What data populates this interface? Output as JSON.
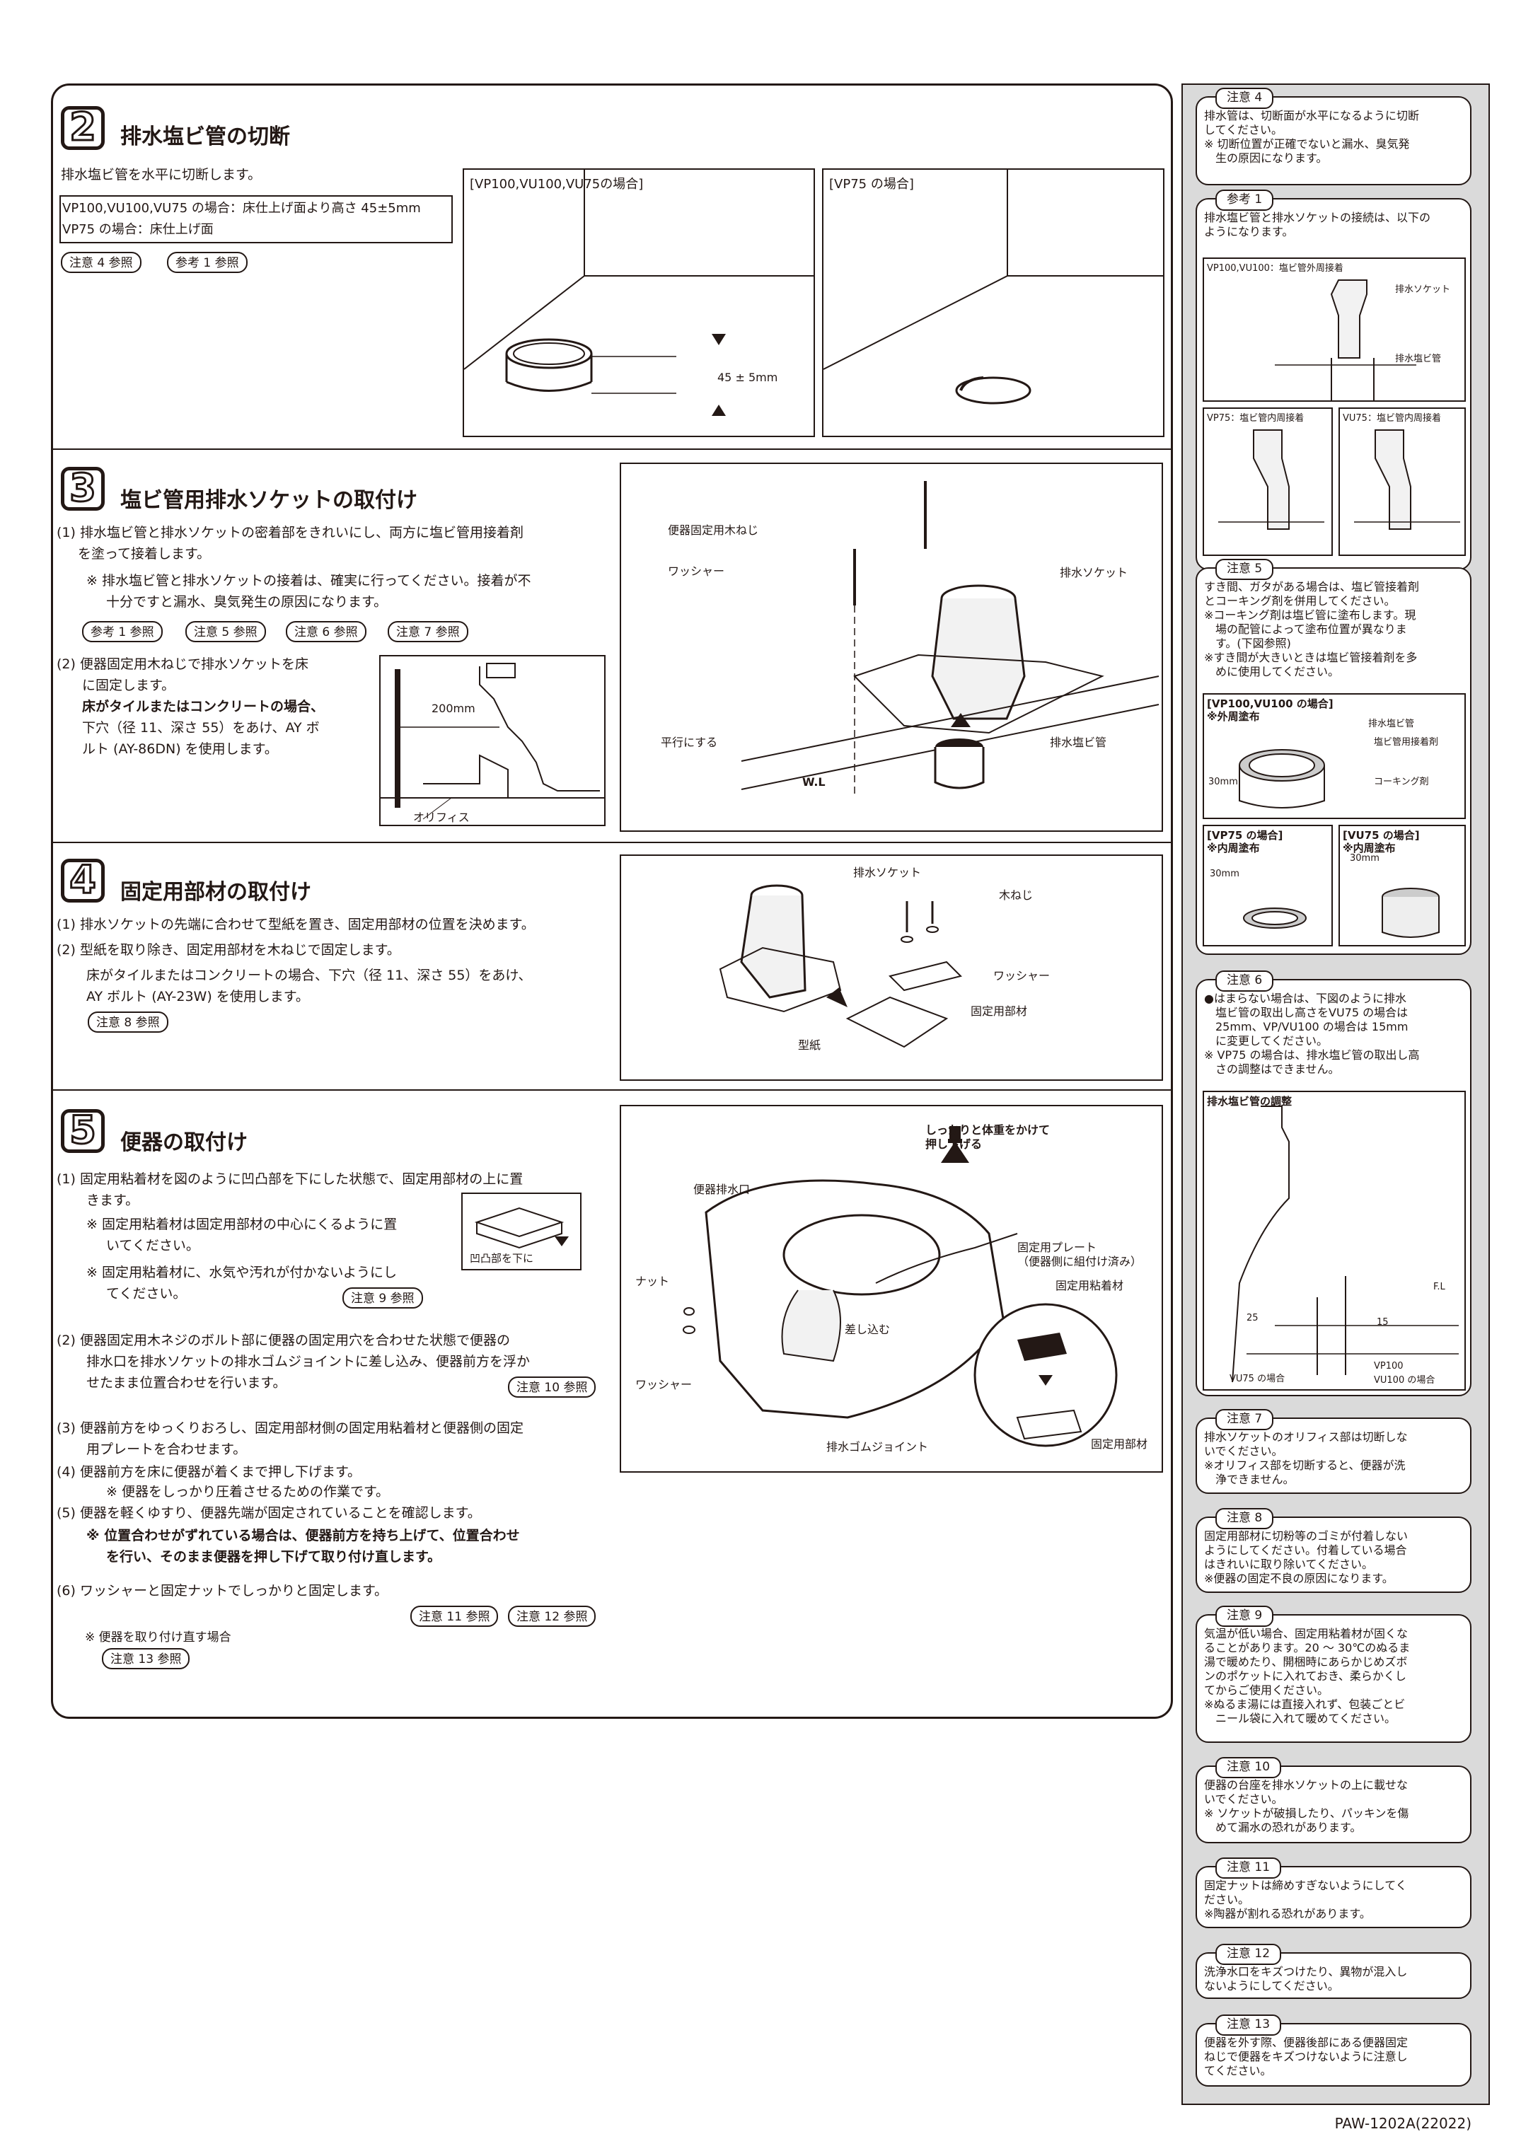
{
  "sec2": {
    "num": "2",
    "title": "排水塩ビ管の切断",
    "intro": "排水塩ビ管を水平に切断します。",
    "spec1": "VP100,VU100,VU75 の場合：床仕上げ面より高さ 45±5mm",
    "spec2": "VP75 の場合：床仕上げ面",
    "ref1": "注意 4 参照",
    "ref2": "参考 1 参照",
    "fig1_title": "[VP100,VU100,VU75の場合]",
    "fig1_dim": "45 ± 5mm",
    "fig2_title": "[VP75 の場合]"
  },
  "sec3": {
    "num": "3",
    "title": "塩ビ管用排水ソケットの取付け",
    "p1a": "(1) 排水塩ビ管と排水ソケットの密着部をきれいにし、両方に塩ビ管用接着剤",
    "p1b": "を塗って接着します。",
    "p1c": "※ 排水塩ビ管と排水ソケットの接着は、確実に行ってください。接着が不",
    "p1d": "十分ですと漏水、臭気発生の原因になります。",
    "refs": [
      "参考 1 参照",
      "注意 5 参照",
      "注意 6 参照",
      "注意 7 参照"
    ],
    "p2a": "(2) 便器固定用木ねじで排水ソケットを床",
    "p2b": "に固定します。",
    "p2c": "床がタイルまたはコンクリートの場合、",
    "p2d": "下穴（径 11、深さ 55）をあけ、AY ボ",
    "p2e": "ルト (AY-86DN) を使用します。",
    "small_dim": "200mm",
    "small_lbl": "オリフィス",
    "fig_labels": [
      "便器固定用木ねじ",
      "ワッシャー",
      "排水ソケット",
      "平行にする",
      "排水塩ビ管",
      "W.L"
    ]
  },
  "sec4": {
    "num": "4",
    "title": "固定用部材の取付け",
    "p1": "(1) 排水ソケットの先端に合わせて型紙を置き、固定用部材の位置を決めます。",
    "p2": "(2) 型紙を取り除き、固定用部材を木ねじで固定します。",
    "p3": "床がタイルまたはコンクリートの場合、下穴（径 11、深さ 55）をあけ、",
    "p4": "AY ボルト (AY-23W) を使用します。",
    "ref": "注意 8 参照",
    "fig_labels": [
      "排水ソケット",
      "木ねじ",
      "ワッシャー",
      "固定用部材",
      "型紙"
    ]
  },
  "sec5": {
    "num": "5",
    "title": "便器の取付け",
    "p1a": "(1) 固定用粘着材を図のように凹凸部を下にした状態で、固定用部材の上に置",
    "p1b": "きます。",
    "p1c": "※ 固定用粘着材は固定用部材の中心にくるように置",
    "p1d": "いてください。",
    "p1e": "※ 固定用粘着材に、水気や汚れが付かないようにし",
    "p1f": "てください。",
    "small_lbl": "凹凸部を下に",
    "ref9": "注意 9 参照",
    "p2a": "(2) 便器固定用木ネジのボルト部に便器の固定用穴を合わせた状態で便器の",
    "p2b": "排水口を排水ソケットの排水ゴムジョイントに差し込み、便器前方を浮か",
    "p2c": "せたまま位置合わせを行います。",
    "ref10": "注意 10 参照",
    "p3a": "(3) 便器前方をゆっくりおろし、固定用部材側の固定用粘着材と便器側の固定",
    "p3b": "用プレートを合わせます。",
    "p4a": "(4) 便器前方を床に便器が着くまで押し下げます。",
    "p4b": "※ 便器をしっかり圧着させるための作業です。",
    "p5a": "(5) 便器を軽くゆすり、便器先端が固定されていることを確認します。",
    "p5b": "※ 位置合わせがずれている場合は、便器前方を持ち上げて、位置合わせ",
    "p5c": "を行い、そのまま便器を押し下げて取り付け直します。",
    "p6": "(6) ワッシャーと固定ナットでしっかりと固定します。",
    "ref11": "注意 11 参照",
    "ref12": "注意 12 参照",
    "redo": "※ 便器を取り付け直す場合",
    "ref13": "注意 13 参照",
    "fig_labels": [
      "しっかりと体重をかけて",
      "押し下げる",
      "便器排水口",
      "固定用プレート",
      "（便器側に組付け済み）",
      "固定用粘着材",
      "ナット",
      "差し込む",
      "ワッシャー",
      "排水ゴムジョイント",
      "固定用部材"
    ]
  },
  "notes": {
    "n4": {
      "tag": "注意 4",
      "body": "排水管は、切断面が水平になるように切断\nしてください。\n※ 切断位置が正確でないと漏水、臭気発\n　生の原因になります。"
    },
    "r1": {
      "tag": "参考 1",
      "body": "排水塩ビ管と排水ソケットの接続は、以下の\nようになります。",
      "fig_a": "VP100,VU100：塩ビ管外周接着",
      "fig_a_lbl1": "排水ソケット",
      "fig_a_lbl2": "排水塩ビ管",
      "fig_b": "VP75：塩ビ管内周接着",
      "fig_c": "VU75：塩ビ管内周接着"
    },
    "n5": {
      "tag": "注意 5",
      "body": "すき間、ガタがある場合は、塩ビ管接着剤\nとコーキング剤を併用してください。\n※コーキング剤は塩ビ管に塗布します。現\n　場の配管によって塗布位置が異なりま\n　す。(下図参照)\n※すき間が大きいときは塩ビ管接着剤を多\n　めに使用してください。",
      "fig_a": "[VP100,VU100 の場合]",
      "fig_a_sub": "※外周塗布",
      "fig_a_l1": "排水塩ビ管",
      "fig_a_l2": "塩ビ管用接着剤",
      "fig_a_l3": "コーキング剤",
      "fig_a_dim": "30mm",
      "fig_b": "[VP75 の場合]",
      "fig_b_sub": "※内周塗布",
      "fig_b_dim": "30mm",
      "fig_c": "[VU75 の場合]",
      "fig_c_sub": "※内周塗布",
      "fig_c_dim": "30mm"
    },
    "n6": {
      "tag": "注意 6",
      "body": "●はまらない場合は、下図のように排水\n　塩ビ管の取出し高さをVU75 の場合は\n　25mm、VP/VU100 の場合は 15mm\n　に変更してください。\n※ VP75 の場合は、排水塩ビ管の取出し高\n　さの調整はできません。",
      "fig": "排水塩ビ管の調整",
      "fl": "F.L",
      "d25": "25",
      "d15": "15",
      "vu75": "VU75 の場合",
      "vp100": "VP100",
      "vu100": "VU100 の場合"
    },
    "n7": {
      "tag": "注意 7",
      "body": "排水ソケットのオリフィス部は切断しな\nいでください。\n※オリフィス部を切断すると、便器が洗\n　浄できません。"
    },
    "n8": {
      "tag": "注意 8",
      "body": "固定用部材に切粉等のゴミが付着しない\nようにしてください。付着している場合\nはきれいに取り除いてください。\n※便器の固定不良の原因になります。"
    },
    "n9": {
      "tag": "注意 9",
      "body": "気温が低い場合、固定用粘着材が固くな\nることがあります。20 ～ 30℃のぬるま\n湯で暖めたり、開梱時にあらかじめズボ\nンのポケットに入れておき、柔らかくし\nてからご使用ください。\n※ぬるま湯には直接入れず、包装ごとビ\n　ニール袋に入れて暖めてください。"
    },
    "n10": {
      "tag": "注意 10",
      "body": "便器の台座を排水ソケットの上に載せな\nいでください。\n※ ソケットが破損したり、パッキンを傷\n　めて漏水の恐れがあります。"
    },
    "n11": {
      "tag": "注意 11",
      "body": "固定ナットは締めすぎないようにしてく\nださい。\n※陶器が割れる恐れがあります。"
    },
    "n12": {
      "tag": "注意 12",
      "body": "洗浄水口をキズつけたり、異物が混入し\nないようにしてください。"
    },
    "n13": {
      "tag": "注意 13",
      "body": "便器を外す際、便器後部にある便器固定\nねじで便器をキズつけないように注意し\nてください。"
    }
  },
  "footer": "PAW-1202A(22022)"
}
